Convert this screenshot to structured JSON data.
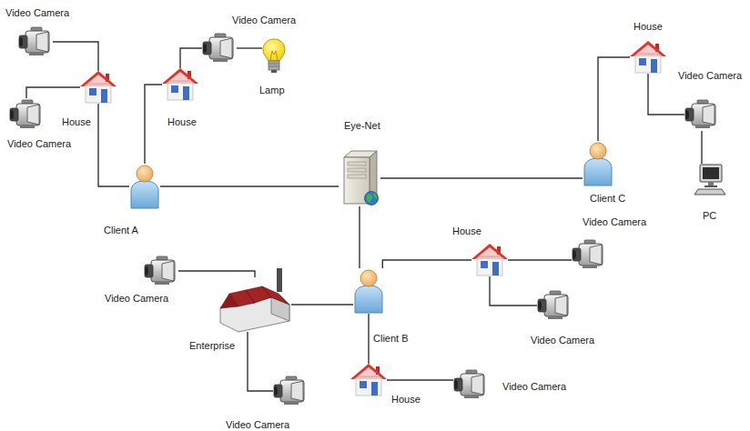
{
  "diagram": {
    "nodes": [
      {
        "text": [
          "Video Camera"
        ]
      },
      {
        "text": [
          "Video Camera"
        ]
      },
      {
        "text": [
          "House"
        ]
      },
      {
        "text": [
          "Video Camera"
        ]
      },
      {
        "text": [
          "House"
        ]
      },
      {
        "text": [
          "House"
        ]
      },
      {
        "text": [
          "Lamp"
        ]
      },
      {
        "text": [
          "Video Camera"
        ]
      },
      {
        "text": [
          "Eye-Net"
        ]
      },
      {
        "text": [
          "Client A"
        ]
      },
      {
        "text": [
          "Client C"
        ]
      },
      {
        "text": [
          "PC"
        ]
      },
      {
        "text": [
          "House"
        ]
      },
      {
        "text": [
          "Video Camera"
        ]
      },
      {
        "text": [
          "Video Camera"
        ]
      },
      {
        "text": [
          "Enterprise"
        ]
      },
      {
        "text": [
          "Client B"
        ]
      },
      {
        "text": [
          "Video Camera"
        ]
      },
      {
        "text": [
          "House"
        ]
      },
      {
        "text": [
          "Video Camera"
        ]
      },
      {
        "text": [
          "Video Camera"
        ]
      }
    ],
    "edges": [
      {
        "from": 0,
        "to": 4,
        "arrow": "none"
      },
      {
        "from": 3,
        "to": 4,
        "arrow": "none"
      },
      {
        "from": 4,
        "to": 9,
        "arrow": "none"
      },
      {
        "from": 9,
        "to": 5,
        "arrow": "none"
      },
      {
        "from": 5,
        "to": 1,
        "arrow": "none"
      },
      {
        "from": 1,
        "to": 6,
        "arrow": "none"
      },
      {
        "from": 9,
        "to": 8,
        "arrow": "none"
      },
      {
        "from": 8,
        "to": 10,
        "arrow": "none"
      },
      {
        "from": 10,
        "to": 2,
        "arrow": "none"
      },
      {
        "from": 2,
        "to": 7,
        "arrow": "none"
      },
      {
        "from": 7,
        "to": 11,
        "arrow": "none"
      },
      {
        "from": 8,
        "to": 16,
        "arrow": "none"
      },
      {
        "from": 16,
        "to": 12,
        "arrow": "none"
      },
      {
        "from": 12,
        "to": 13,
        "arrow": "none"
      },
      {
        "from": 12,
        "to": 17,
        "arrow": "none"
      },
      {
        "from": 15,
        "to": 16,
        "arrow": "none"
      },
      {
        "from": 14,
        "to": 15,
        "arrow": "none"
      },
      {
        "from": 15,
        "to": 20,
        "arrow": "none"
      },
      {
        "from": 16,
        "to": 18,
        "arrow": "none"
      },
      {
        "from": 18,
        "to": 19,
        "arrow": "none"
      }
    ]
  }
}
